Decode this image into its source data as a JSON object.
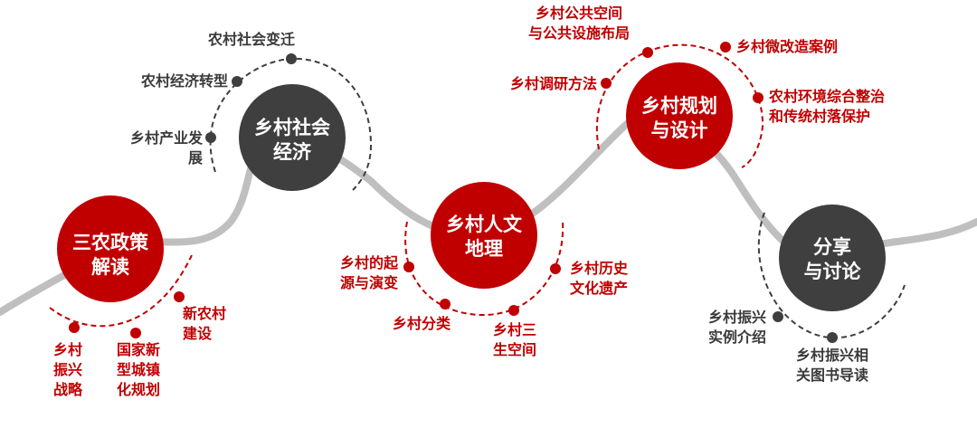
{
  "colors": {
    "red": "#c00000",
    "dark": "#3f3f3f",
    "path": "#bfbfbf",
    "dark_text": "#3a3a3a"
  },
  "hubs": [
    {
      "id": "sannong",
      "lines": [
        "三农政策",
        "解读"
      ],
      "color": "#c00000"
    },
    {
      "id": "shehui",
      "lines": [
        "乡村社会",
        "经济"
      ],
      "color": "#3f3f3f"
    },
    {
      "id": "renwen",
      "lines": [
        "乡村人文",
        "地理"
      ],
      "color": "#c00000"
    },
    {
      "id": "guihua",
      "lines": [
        "乡村规划",
        "与设计"
      ],
      "color": "#c00000"
    },
    {
      "id": "fenxiang",
      "lines": [
        "分享",
        "与讨论"
      ],
      "color": "#3f3f3f"
    }
  ],
  "topics": {
    "sannong": [
      {
        "lines": [
          "乡村",
          "振兴",
          "战略"
        ],
        "color": "#c00000"
      },
      {
        "lines": [
          "国家新",
          "型城镇",
          "化规划"
        ],
        "color": "#c00000"
      },
      {
        "lines": [
          "新农村",
          "建设"
        ],
        "color": "#c00000"
      }
    ],
    "shehui": [
      {
        "lines": [
          "乡村产业发",
          "展"
        ],
        "color": "#3a3a3a"
      },
      {
        "lines": [
          "农村经济转型"
        ],
        "color": "#3a3a3a"
      },
      {
        "lines": [
          "农村社会变迁"
        ],
        "color": "#3a3a3a"
      }
    ],
    "renwen": [
      {
        "lines": [
          "乡村的起",
          "源与演变"
        ],
        "color": "#c00000"
      },
      {
        "lines": [
          "乡村分类"
        ],
        "color": "#c00000"
      },
      {
        "lines": [
          "乡村三",
          "生空间"
        ],
        "color": "#c00000"
      },
      {
        "lines": [
          "乡村历史",
          "文化遗产"
        ],
        "color": "#c00000"
      }
    ],
    "guihua": [
      {
        "lines": [
          "乡村调研方法"
        ],
        "color": "#c00000"
      },
      {
        "lines": [
          "乡村公共空间",
          "与公共设施布局"
        ],
        "color": "#c00000"
      },
      {
        "lines": [
          "乡村微改造案例"
        ],
        "color": "#c00000"
      },
      {
        "lines": [
          "农村环境综合整治",
          "和传统村落保护"
        ],
        "color": "#c00000"
      }
    ],
    "fenxiang": [
      {
        "lines": [
          "乡村振兴",
          "实例介绍"
        ],
        "color": "#3a3a3a"
      },
      {
        "lines": [
          "乡村振兴相",
          "关图书导读"
        ],
        "color": "#3a3a3a"
      }
    ]
  }
}
